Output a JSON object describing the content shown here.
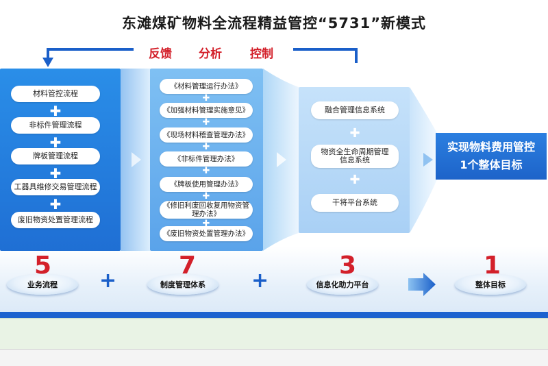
{
  "title": "东滩煤矿物料全流程精益管控“5731”新模式",
  "feedback": {
    "items": [
      "反馈",
      "分析",
      "控制"
    ]
  },
  "column1": {
    "items": [
      "材料管控流程",
      "非标件管理流程",
      "牌板管理流程",
      "工器具维修交易管理流程",
      "废旧物资处置管理流程"
    ]
  },
  "column2": {
    "items": [
      "《材料管理运行办法》",
      "《加强材料管理实施意见》",
      "《现场材料稽查管理办法》",
      "《非标件管理办法》",
      "《牌板使用管理办法》",
      "《修旧利废回收复用物资管理办法》",
      "《废旧物资处置管理办法》"
    ]
  },
  "column3": {
    "items": [
      "融合管理信息系统",
      "物资全生命周期管理信息系统",
      "干将平台系统"
    ]
  },
  "goal": {
    "line1": "实现物料费用管控",
    "line2": "1个整体目标"
  },
  "bottom": {
    "numbers": [
      "5",
      "7",
      "3",
      "1"
    ],
    "captions": [
      "业务流程",
      "制度管理体系",
      "信息化助力平台",
      "整体目标"
    ],
    "plus": "+"
  },
  "colors": {
    "accent_red": "#d3202a",
    "primary_blue": "#1f6fd4"
  }
}
